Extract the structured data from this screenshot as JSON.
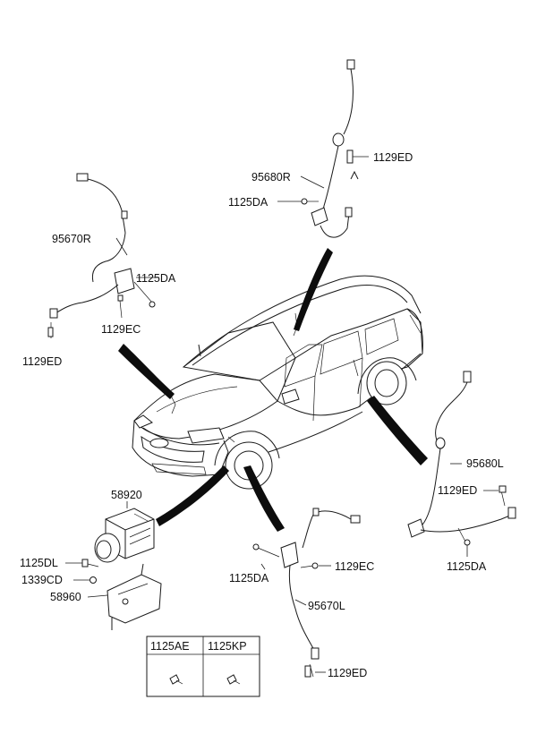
{
  "parts": {
    "abs_module": "58920",
    "bracket": "58960",
    "bolt_bracket": "1125DL",
    "nut_bracket": "1339CD",
    "rear_sensor_right": "95680R",
    "rear_sensor_left": "95680L",
    "front_sensor_right": "95670R",
    "front_sensor_left": "95670L",
    "bolt_1125da_a": "1125DA",
    "bolt_1125da_b": "1125DA",
    "bolt_1125da_c": "1125DA",
    "bolt_1125da_d": "1125DA",
    "bolt_1129ed_a": "1129ED",
    "bolt_1129ed_b": "1129ED",
    "bolt_1129ed_c": "1129ED",
    "bolt_1129ed_d": "1129ED",
    "bolt_1129ec_a": "1129EC",
    "bolt_1129ec_b": "1129EC"
  },
  "legend": {
    "col1": "1125AE",
    "col2": "1125KP"
  }
}
